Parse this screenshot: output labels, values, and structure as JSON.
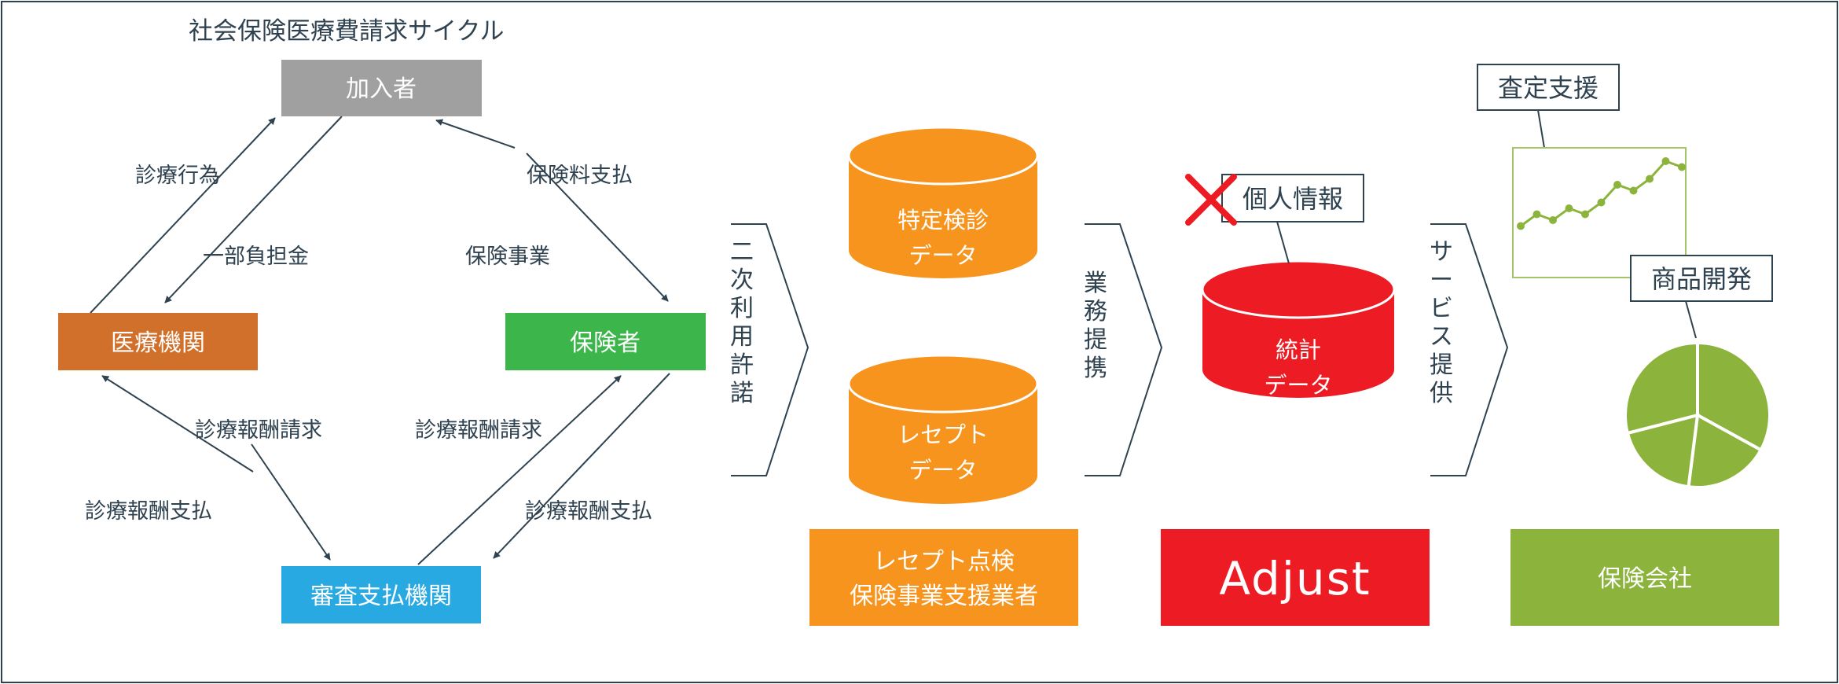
{
  "title": "社会保険医療費請求サイクル",
  "cycle": {
    "subscriber": "加入者",
    "medical_institution": "医療機関",
    "insurer": "保険者",
    "review_payment_org": "審査支払機関",
    "arrows": {
      "medical_treatment": "診療行為",
      "partial_payment": "一部負担金",
      "premium_payment": "保険料支払",
      "insurance_business": "保険事業",
      "claim_left": "診療報酬請求",
      "payment_left": "診療報酬支払",
      "claim_right": "診療報酬請求",
      "payment_right": "診療報酬支払"
    }
  },
  "flow": {
    "secondary_use_permit": "二次利用許諾",
    "business_alliance": "業務提携",
    "service_provision": "サービス提供"
  },
  "databases": {
    "health_checkup": {
      "line1": "特定検診",
      "line2": "データ"
    },
    "receipt": {
      "line1": "レセプト",
      "line2": "データ"
    },
    "statistics": {
      "line1": "統計",
      "line2": "データ"
    }
  },
  "callouts": {
    "personal_info": "個人情報",
    "assessment_support": "査定支援",
    "product_development": "商品開発"
  },
  "bottom": {
    "vendor": {
      "line1": "レセプト点検",
      "line2": "保険事業支援業者"
    },
    "adjust_logo": "Adjust",
    "insurance_company": "保険会社"
  },
  "colors": {
    "gray": "#a0a0a0",
    "orange_brown": "#d0702a",
    "green": "#3cb54a",
    "blue": "#29a9e1",
    "orange": "#f7941d",
    "red": "#ed1c24",
    "lime": "#8cb43c"
  },
  "line_chart": {
    "values": [
      3,
      5,
      4,
      6,
      5,
      7,
      10,
      9,
      11,
      14,
      13
    ]
  },
  "pie_chart": {
    "slices": [
      0.33,
      0.19,
      0.19,
      0.29
    ]
  }
}
